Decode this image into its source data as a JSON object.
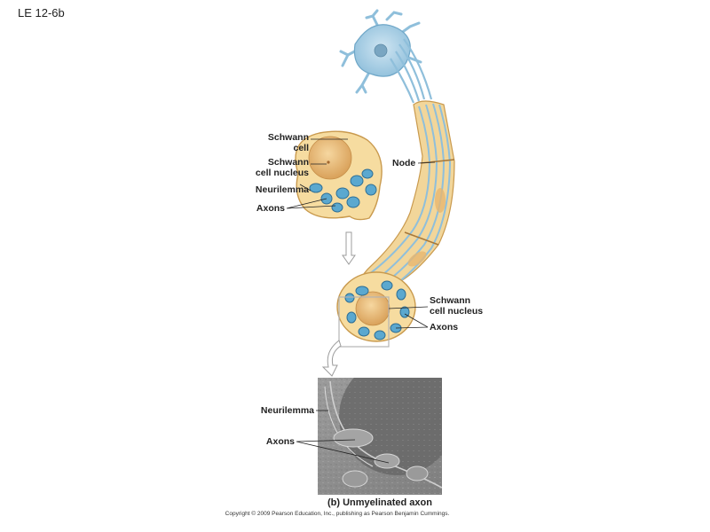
{
  "figure_id": "LE 12-6b",
  "cross_section_labels": {
    "schwann_cell": [
      "Schwann",
      "cell"
    ],
    "schwann_cell_nucleus": [
      "Schwann",
      "cell nucleus"
    ],
    "neurilemma": "Neurilemma",
    "axons": "Axons"
  },
  "fiber_labels": {
    "node": "Node",
    "schwann_cell_nucleus": [
      "Schwann",
      "cell nucleus"
    ],
    "axons": "Axons"
  },
  "micrograph_labels": {
    "neurilemma": "Neurilemma",
    "axons": "Axons"
  },
  "caption": "(b) Unmyelinated axon",
  "copyright": "Copyright © 2009 Pearson Education, Inc., publishing as Pearson Benjamin Cummings.",
  "colors": {
    "neuron": "#a9d0e6",
    "schwann_cell": "#f6dca0",
    "schwann_outline": "#c99a4e",
    "nucleus": "#e9b872",
    "axon": "#5ba8cf",
    "micrograph_bg": "#8f8f8f"
  }
}
